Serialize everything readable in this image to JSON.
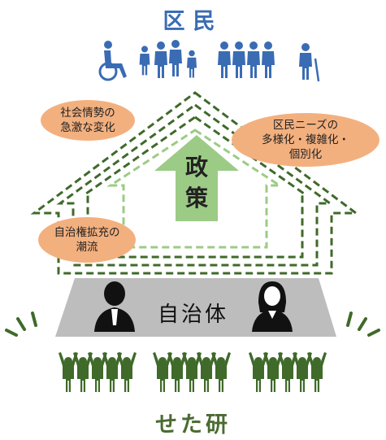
{
  "header": {
    "title": "区民"
  },
  "footer": {
    "title": "せた研"
  },
  "arrow": {
    "label_line1": "政",
    "label_line2": "策"
  },
  "government": {
    "label": "自治体"
  },
  "bubbles": {
    "social_change": {
      "line1": "社会情勢の",
      "line2": "急激な変化"
    },
    "resident_needs": {
      "line1": "区民ニーズの",
      "line2": "多様化・複雑化・",
      "line3": "個別化"
    },
    "autonomy": {
      "line1": "自治権拡充の",
      "line2": "潮流"
    }
  },
  "colors": {
    "resident_blue": "#3a6cb4",
    "dark_green": "#3f6a2a",
    "light_green": "#9ccb86",
    "bubble_orange": "#f3b07f",
    "platform_gray": "#bdbdbd"
  }
}
